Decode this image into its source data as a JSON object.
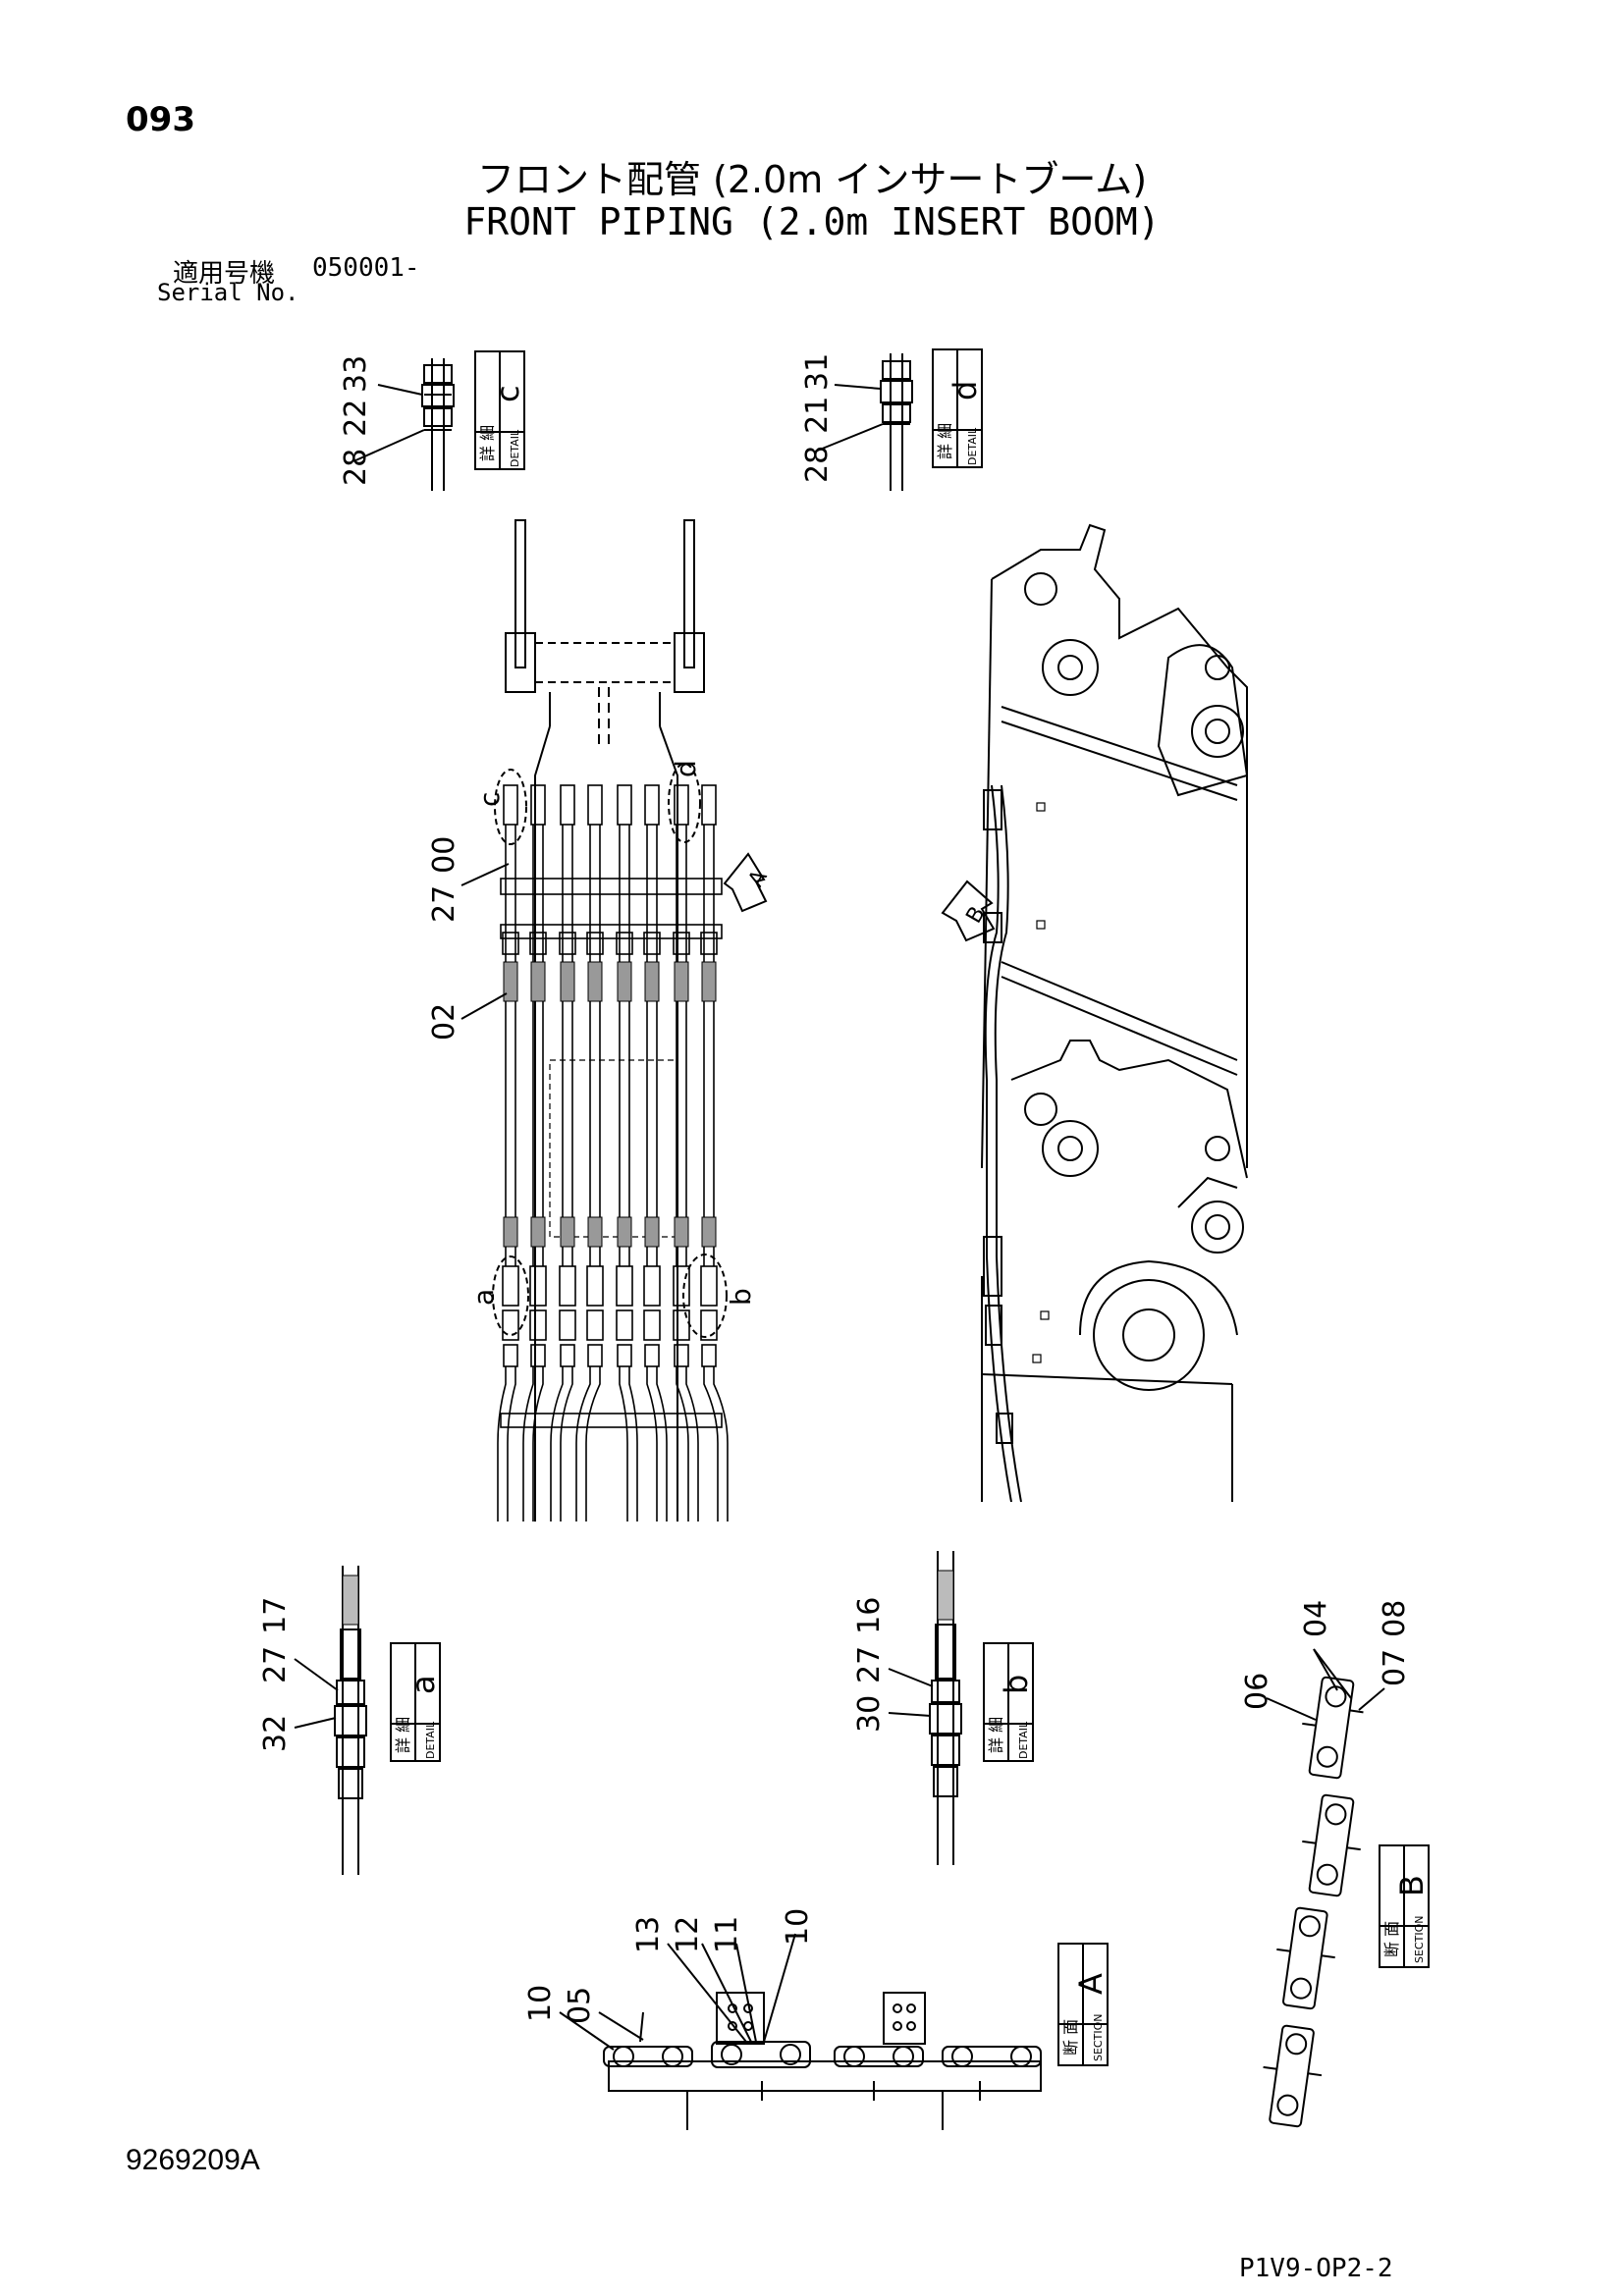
{
  "page": {
    "number": "093",
    "title_jp": "フロント配管 (2.0m インサートブーム)",
    "title_en": "FRONT PIPING (2.0m INSERT BOOM)",
    "serial_label_jp": "適用号機",
    "serial_value": "050001-",
    "serial_label_en": "Serial No.",
    "drawing_number": "9269209A",
    "sheet_code": "P1V9-OP2-2"
  },
  "boxes": [
    {
      "name": "detail-box-c",
      "kanji": "詳 細",
      "word": "DETAIL",
      "letter": "c"
    },
    {
      "name": "detail-box-d",
      "kanji": "詳 細",
      "word": "DETAIL",
      "letter": "d"
    },
    {
      "name": "detail-box-a",
      "kanji": "詳 細",
      "word": "DETAIL",
      "letter": "a"
    },
    {
      "name": "detail-box-b",
      "kanji": "詳 細",
      "word": "DETAIL",
      "letter": "b"
    },
    {
      "name": "section-box-a",
      "kanji": "断 面",
      "word": "SECTION",
      "letter": "A"
    },
    {
      "name": "section-box-b",
      "kanji": "断 面",
      "word": "SECTION",
      "letter": "B"
    }
  ],
  "labels": {
    "c_33": "33",
    "c_28_22": "28  22",
    "d_31": "31",
    "d_28_21": "28  21",
    "main_27_00": "27  00",
    "main_02": "02",
    "main_c": "c",
    "main_d": "d",
    "main_a": "a",
    "main_b": "b",
    "arrow_a": "A",
    "arrow_b": "B",
    "a_27_17": "27  17",
    "a_32": "32",
    "b_27_16": "27  16",
    "b_30": "30",
    "sb_04": "04",
    "sb_06": "06",
    "sb_07_08": "07  08",
    "sa_10_left": "10",
    "sa_05": "05",
    "sa_13": "13",
    "sa_12": "12",
    "sa_11": "11",
    "sa_10_right": "10"
  },
  "colors": {
    "ink": "#000000",
    "paper": "#ffffff"
  }
}
